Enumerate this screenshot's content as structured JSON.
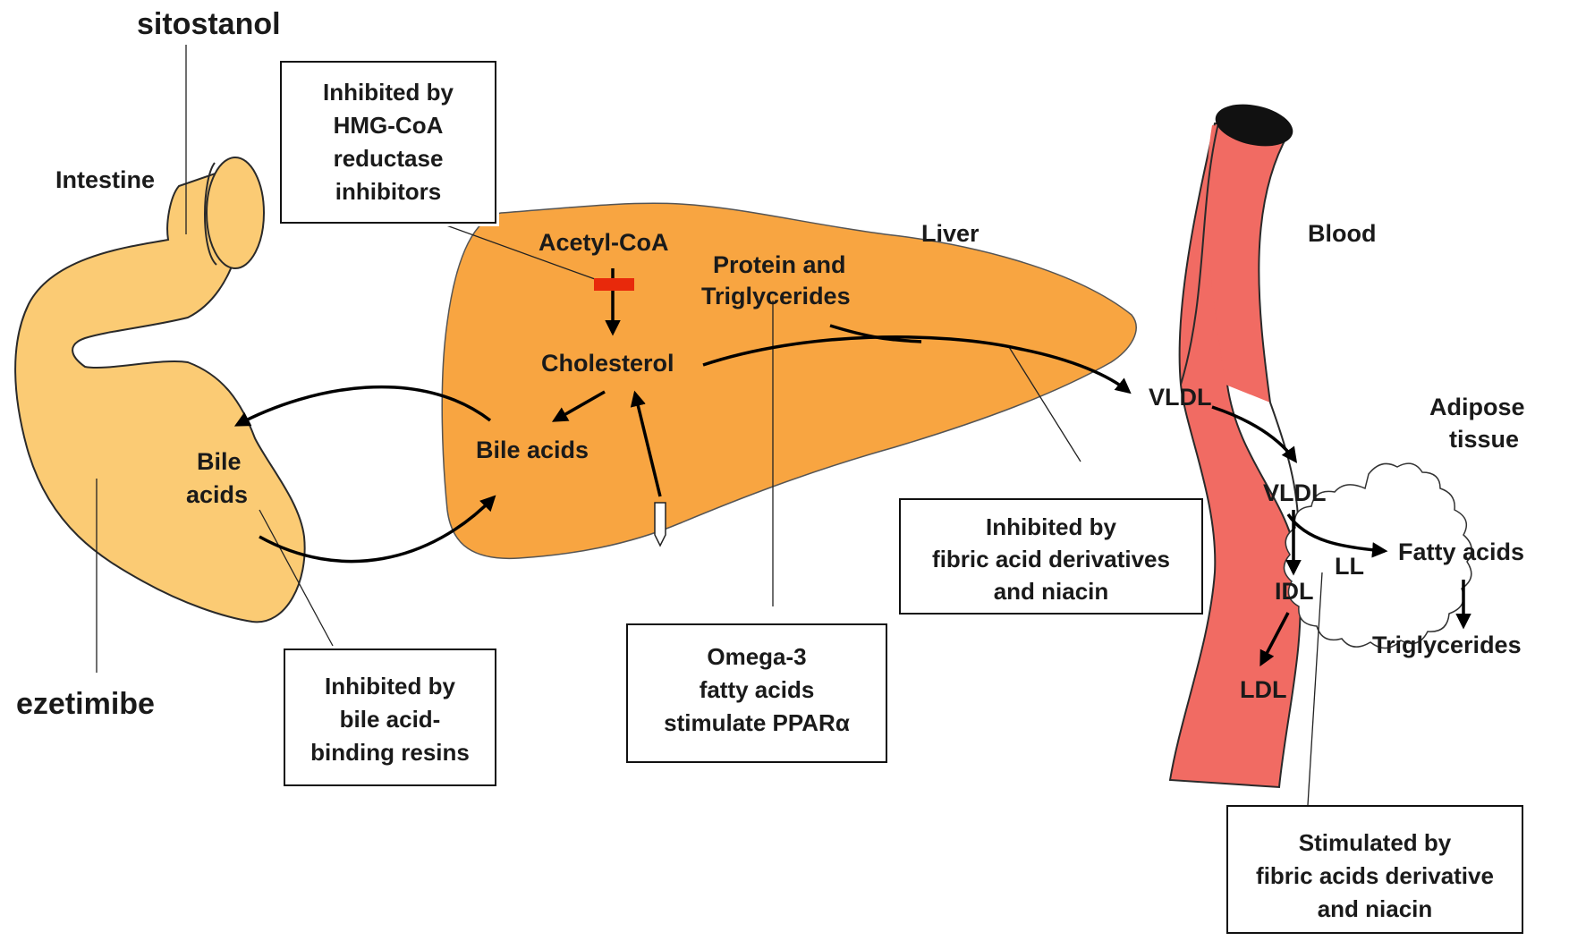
{
  "drugs": {
    "sitostanol": "sitostanol",
    "ezetimibe": "ezetimibe"
  },
  "organs": {
    "intestine": "Intestine",
    "liver": "Liver",
    "blood": "Blood",
    "adipose_line1": "Adipose",
    "adipose_line2": "tissue"
  },
  "molecules": {
    "acetyl_coa": "Acetyl-CoA",
    "cholesterol": "Cholesterol",
    "bile_acids_liver": "Bile acids",
    "bile_acids_intestine_line1": "Bile",
    "bile_acids_intestine_line2": "acids",
    "protein_tg_line1": "Protein and",
    "protein_tg_line2": "Triglycerides",
    "vldl_liver": "VLDL",
    "vldl_blood": "VLDL",
    "idl": "IDL",
    "ldl": "LDL",
    "ll": "LL",
    "fatty_acids": "Fatty acids",
    "triglycerides": "Triglycerides"
  },
  "boxes": {
    "hmg": [
      "Inhibited by",
      "HMG-CoA",
      "reductase",
      "inhibitors"
    ],
    "resins": [
      "Inhibited by",
      "bile acid-",
      "binding resins"
    ],
    "omega": [
      "Omega-3",
      "fatty acids",
      "stimulate PPARα"
    ],
    "fibric_inhibit": [
      "Inhibited by",
      "fibric acid derivatives",
      "and niacin"
    ],
    "fibric_stim": [
      "Stimulated by",
      "fibric acids derivative",
      "and niacin"
    ]
  },
  "colors": {
    "intestine": "#FBCB74",
    "liver": "#F8A541",
    "blood": "#F16B63",
    "block_bar": "#E8290B"
  }
}
